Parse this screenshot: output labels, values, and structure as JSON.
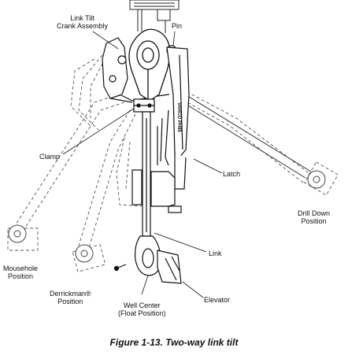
{
  "figure": {
    "caption": "Figure 1-13.  Two-way link tilt",
    "labels": {
      "link_tilt_crank": "Link Tilt\nCrank Assembly",
      "pin": "Pin",
      "clamp": "Clamp",
      "latch": "Latch",
      "drill_down": "Drill Down\nPosition",
      "link": "Link",
      "mousehole": "Mousehole\nPosition",
      "derrickman": "Derrickman®\nPosition",
      "well_center": "Well Center\n(Float Position)",
      "elevator": "Elevator",
      "stencil": "VARCO PH85"
    }
  }
}
